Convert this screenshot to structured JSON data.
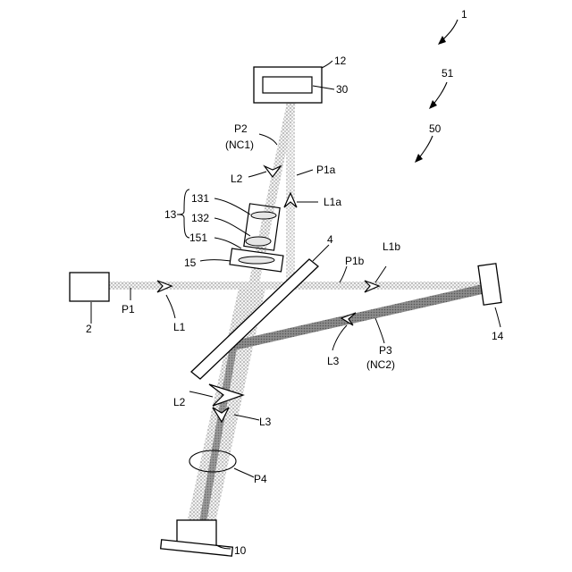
{
  "labels": {
    "ref_1": "1",
    "ref_51": "51",
    "ref_50": "50",
    "ref_12": "12",
    "ref_30": "30",
    "ref_p2": "P2",
    "ref_nc1": "(NC1)",
    "ref_l2_top": "L2",
    "ref_p1a": "P1a",
    "ref_131": "131",
    "ref_132": "132",
    "ref_13": "13",
    "ref_l1a": "L1a",
    "ref_151": "151",
    "ref_15": "15",
    "ref_4": "4",
    "ref_p1b": "P1b",
    "ref_l1b": "L1b",
    "ref_2": "2",
    "ref_p1": "P1",
    "ref_l1": "L1",
    "ref_14": "14",
    "ref_l3_right": "L3",
    "ref_p3": "P3",
    "ref_nc2": "(NC2)",
    "ref_l2_bottom": "L2",
    "ref_l3_bottom": "L3",
    "ref_p4": "P4",
    "ref_10": "10"
  }
}
